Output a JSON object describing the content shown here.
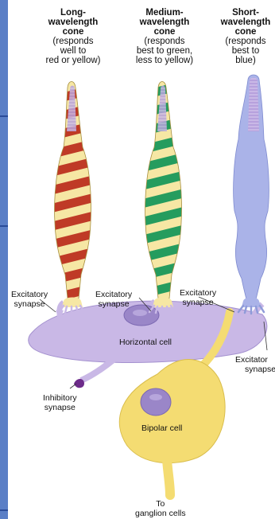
{
  "cones": [
    {
      "title": [
        "Long-",
        "wavelength",
        "cone"
      ],
      "note": [
        "(responds",
        "well to",
        "red or yellow)"
      ]
    },
    {
      "title": [
        "Medium-",
        "wavelength",
        "cone"
      ],
      "note": [
        "(responds",
        "best to green,",
        "less to yellow)"
      ]
    },
    {
      "title": [
        "Short-",
        "wavelength",
        "cone"
      ],
      "note": [
        "(responds",
        "best to",
        "blue)"
      ]
    }
  ],
  "labels": {
    "excitatory_1": [
      "Excitatory",
      "synapse"
    ],
    "excitatory_2": [
      "Excitatory",
      "synapse"
    ],
    "excitatory_3": [
      "Excitatory",
      "synapse"
    ],
    "excitatory_4": [
      "Excitator",
      "synapse"
    ],
    "horizontal_cell": "Horizontal cell",
    "inhibitory": [
      "Inhibitory",
      "synapse"
    ],
    "bipolar_cell": "Bipolar cell",
    "to_ganglion": [
      "To",
      "ganglion cells"
    ]
  },
  "colors": {
    "cream": "#f6e7a4",
    "red_band": "#bf3a26",
    "green_band": "#259c5e",
    "blue_cone": "#aab3e8",
    "lavender": "#c9b8e6",
    "bipolar": "#f4dc72",
    "frame_blue": "#5b7fc6",
    "inhibitory_purple": "#6d2b8a"
  }
}
